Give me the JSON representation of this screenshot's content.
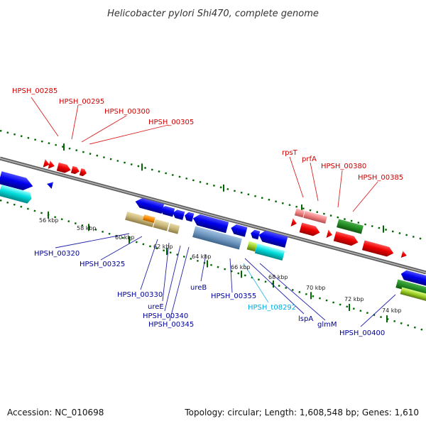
{
  "title": "Helicobacter pylori Shi470, complete genome",
  "footer": {
    "accession": "Accession: NC_010698",
    "summary": "Topology: circular; Length: 1,608,548 bp; Genes: 1,610"
  },
  "colors": {
    "forward_label": "#cc0000",
    "reverse_label": "#000099",
    "trna_label": "#00aadd",
    "backbone": "#7f7f7f",
    "tick": "#006600"
  },
  "kbp_labels": [
    "56 kbp",
    "58 kbp",
    "60 kbp",
    "62 kbp",
    "64 kbp",
    "66 kbp",
    "68 kbp",
    "70 kbp",
    "72 kbp",
    "74 kbp"
  ],
  "gene_labels": [
    {
      "id": "f1",
      "text": "HPSH_00285",
      "strand": "forward"
    },
    {
      "id": "f2",
      "text": "HPSH_00295",
      "strand": "forward"
    },
    {
      "id": "f3",
      "text": "HPSH_00300",
      "strand": "forward"
    },
    {
      "id": "f4",
      "text": "HPSH_00305",
      "strand": "forward"
    },
    {
      "id": "f5",
      "text": "rpsT",
      "strand": "forward"
    },
    {
      "id": "f6",
      "text": "prfA",
      "strand": "forward"
    },
    {
      "id": "f7",
      "text": "HPSH_00380",
      "strand": "forward"
    },
    {
      "id": "f8",
      "text": "HPSH_00385",
      "strand": "forward"
    },
    {
      "id": "r1",
      "text": "HPSH_00320",
      "strand": "reverse"
    },
    {
      "id": "r2",
      "text": "HPSH_00325",
      "strand": "reverse"
    },
    {
      "id": "r3",
      "text": "HPSH_00330",
      "strand": "reverse"
    },
    {
      "id": "r4",
      "text": "ureE",
      "strand": "reverse"
    },
    {
      "id": "r5",
      "text": "HPSH_00340",
      "strand": "reverse"
    },
    {
      "id": "r6",
      "text": "HPSH_00345",
      "strand": "reverse"
    },
    {
      "id": "r7",
      "text": "ureB",
      "strand": "reverse"
    },
    {
      "id": "r8",
      "text": "HPSH_00355",
      "strand": "reverse"
    },
    {
      "id": "t1",
      "text": "HPSH_t08292",
      "strand": "trna"
    },
    {
      "id": "r9",
      "text": "lspA",
      "strand": "reverse"
    },
    {
      "id": "r10",
      "text": "glmM",
      "strand": "reverse"
    },
    {
      "id": "r11",
      "text": "HPSH_00400",
      "strand": "reverse"
    }
  ]
}
